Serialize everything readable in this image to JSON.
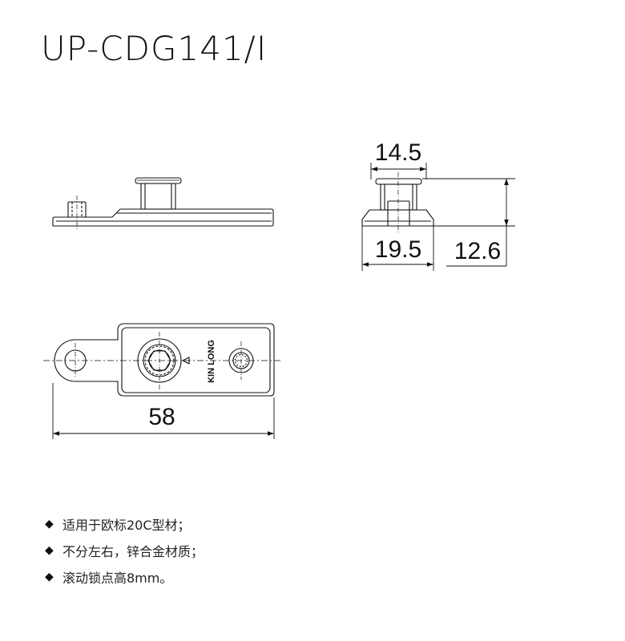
{
  "title": "UP-CDG141/I",
  "drawing": {
    "brand_label": "KIN LONG",
    "dimensions": {
      "overall_length": "58",
      "head_width": "14.5",
      "base_width": "19.5",
      "height": "12.6"
    }
  },
  "features": [
    {
      "bullet": "◆",
      "text": "适用于欧标20C型材；"
    },
    {
      "bullet": "◆",
      "text": "不分左右，锌合金材质；"
    },
    {
      "bullet": "◆",
      "text": "滚动锁点高8mm。"
    }
  ]
}
